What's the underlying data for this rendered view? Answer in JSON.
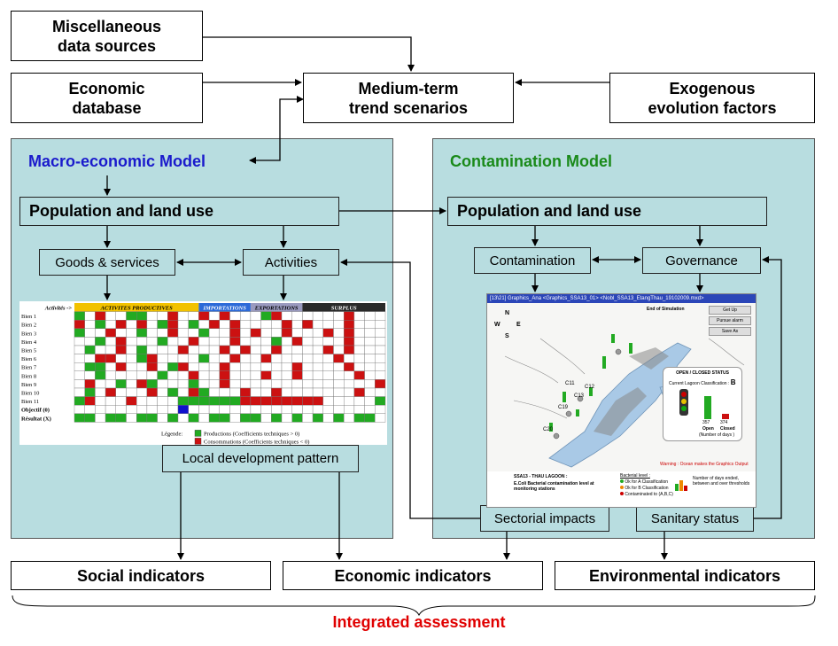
{
  "top": {
    "misc": "Miscellaneous\ndata sources",
    "economic_db": "Economic\ndatabase",
    "trends": "Medium-term\ntrend scenarios",
    "exogenous": "Exogenous\nevolution factors"
  },
  "macro": {
    "title": "Macro-economic Model",
    "pop": "Population and land use",
    "goods": "Goods & services",
    "activities": "Activities",
    "pattern": "Local development pattern",
    "matrix": {
      "header_left": "Activités ->",
      "groups": [
        "ACTIVITES PRODUCTIVES",
        "IMPORTATIONS",
        "EXPORTATIONS",
        "SURPLUS"
      ],
      "rows": [
        "Bien 1",
        "Bien 2",
        "Bien 3",
        "Bien 4",
        "Bien 5",
        "Bien 6",
        "Bien 7",
        "Bien 8",
        "Bien 9",
        "Bien 10",
        "Bien 11",
        "Objectif (0)",
        "Résultat (X)"
      ],
      "legend_title": "Légende:",
      "legend_prod": "Productions (Coefficients techniques > 0)",
      "legend_cons": "Consommations (Coefficients techniques < 0)"
    }
  },
  "contam": {
    "title": "Contamination Model",
    "pop": "Population and land use",
    "contamination": "Contamination",
    "governance": "Governance",
    "sectorial": "Sectorial impacts",
    "sanitary": "Sanitary status",
    "screen": {
      "titlebar": "[13\\21] Graphics_Ana  <Graphics_SSA13_01>  <Nobl_SSA13_EtangThau_19102009.mxd>",
      "end_sim": "End of Simulation",
      "buttons": [
        "Get Up",
        "Pursue alarm",
        "Save As"
      ],
      "status_title": "OPEN / CLOSED STATUS",
      "status_class": "Current Lagoon Classification :",
      "status_grade": "B",
      "open_label": "Open",
      "closed_label": "Closed",
      "days_label": "(Number of days )",
      "open_val": "357",
      "closed_val": "374",
      "warning": "Warning : Ocean makes the Graphics Output",
      "legend_title": "SSA13 - THAU LAGOON :",
      "legend_text": "E.Coli Bacterial contamination level at monitoring stations",
      "bact_title": "Bacterial level :",
      "bact_a": "Ok for A Classification",
      "bact_b": "Ok for B Classification",
      "bact_c": "Contaminated to (A,B,C)",
      "days_text": "Number of days ended, between and over thresholds",
      "stations": [
        "C11",
        "C12",
        "C13",
        "C19",
        "C20"
      ],
      "compass": [
        "N",
        "W",
        "E",
        "S"
      ]
    }
  },
  "bottom": {
    "social": "Social indicators",
    "economic": "Economic indicators",
    "environmental": "Environmental indicators",
    "integrated": "Integrated assessment"
  },
  "colors": {
    "panel": "#b8dde0",
    "macro_title": "#1a1acc",
    "contam_title": "#1a8a1a",
    "integrated": "#e00000",
    "prod": "#22aa22",
    "cons": "#cc1111"
  }
}
